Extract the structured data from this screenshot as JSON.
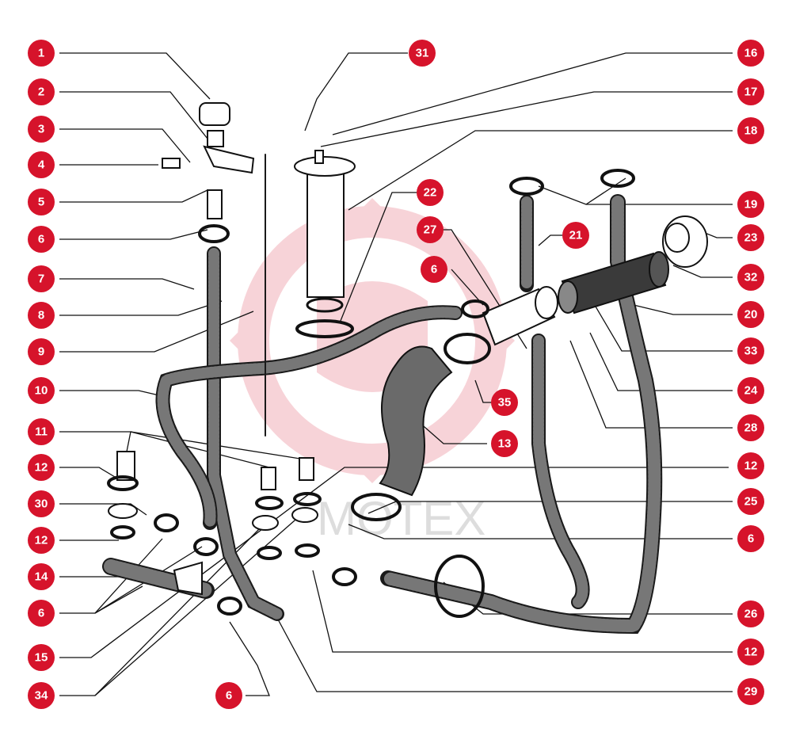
{
  "diagram": {
    "watermark": "MOTEX",
    "accent_color": "#d6132b",
    "callouts": [
      "1",
      "2",
      "3",
      "4",
      "5",
      "6",
      "7",
      "8",
      "9",
      "10",
      "11",
      "12",
      "30",
      "12",
      "14",
      "6",
      "15",
      "34",
      "6",
      "31",
      "22",
      "27",
      "6",
      "13",
      "35",
      "16",
      "17",
      "18",
      "19",
      "21",
      "23",
      "32",
      "20",
      "33",
      "24",
      "28",
      "12",
      "25",
      "6",
      "26",
      "12",
      "29"
    ]
  }
}
